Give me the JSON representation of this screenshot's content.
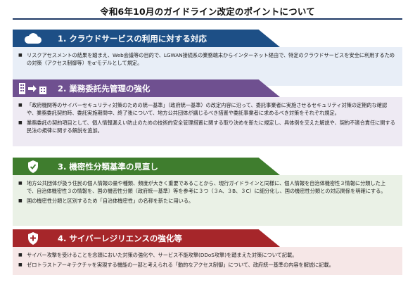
{
  "title": "令和6年10月のガイドライン改定のポイントについて",
  "sections": [
    {
      "number_title": "1. クラウドサービスの利用に対する対応",
      "icon": "cloud-icon",
      "color": "#1d4f86",
      "items": [
        "リスクアセスメントの結果を踏まえ、Web会議等の目的で、LGWAN接続系の業務端末からインターネット経由で、特定のクラウドサービスを安全に利用するための対策（アクセス制御等）をα'モデルとして規定。"
      ]
    },
    {
      "number_title": "2. 業務委託先管理の強化",
      "icon": "building-transfer-icon",
      "color": "#6f5090",
      "items": [
        "「政府機関等のサイバーセキュリティ対策のための統一基準」（政府統一基準）の改定内容に沿って、委託事業者に実施させるセキュリティ対策の定期的な確認や、業務委託契約時、委託実施期間中、終了後について、地方公共団体が講じるべき措置や委託事業者に求めるべき対策をそれぞれ規定。",
        "業務委託の契約項目として、個人情報漏えい防止のための技術的安全管理措置に関する取り決めを新たに規定し、具体例を交えた解説や、契約不適合責任に関する民法の規律に関する解説を追加。"
      ]
    },
    {
      "number_title": "3. 機密性分類基準の見直し",
      "icon": "shield-check-icon",
      "color": "#3f7d2e",
      "items": [
        "地方公共団体が扱う住民の個人情報の量や種類、頻度が大きく重要であることから、現行ガイドラインと同様に、個人情報を自治体機密性３情報に分類した上で、自治体機密性３の情報を、国の機密性分類（政府統一基準）等を参考に３つ（３A、３B、３C）に細分化し、国の機密性分類との対応関係を明確にする。",
        "国の機密性分類と区別するため「自治体機密性」の名称を新たに用いる。"
      ]
    },
    {
      "number_title": "4. サイバーレジリエンスの強化等",
      "icon": "shield-plus-icon",
      "color": "#a6262a",
      "items": [
        "サイバー攻撃を受けることを念頭においた対策の強化や、サービス不能攻撃(DDoS攻撃)を踏まえた対策について記載。",
        "ゼロトラストアーキテクチャを実現する機能の一部と考えられる「動的なアクセス制御」について、政府統一基準の内容を解説に記載。"
      ]
    }
  ]
}
